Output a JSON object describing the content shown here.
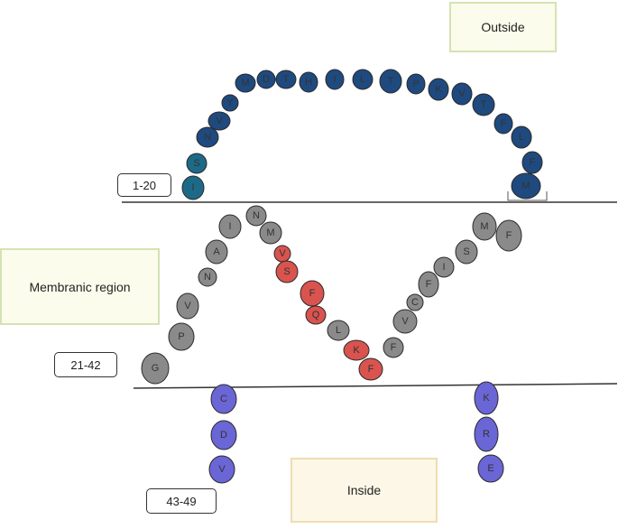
{
  "regions": {
    "outside": "Outside",
    "membrane": "Membranic region",
    "inside": "Inside"
  },
  "ranges": {
    "first": "1-20",
    "second": "21-42",
    "third": "43-49"
  },
  "colors": {
    "outside_residue": "#1f4a7f",
    "outside_residue_teal": "#1d6a88",
    "membrane_residue": "#8a8a8a",
    "highlight_residue": "#d9534f",
    "inside_residue": "#6a66d6",
    "membrane_line": "#333333"
  },
  "residues": {
    "outside": [
      "I",
      "S",
      "N",
      "V",
      "Y",
      "M",
      "D",
      "T",
      "H",
      "I",
      "L",
      "T",
      "P",
      "K",
      "V",
      "T",
      "F",
      "L",
      "F",
      "M"
    ],
    "membrane": [
      "G",
      "P",
      "V",
      "N",
      "A",
      "I",
      "N",
      "M",
      "V",
      "S",
      "F",
      "Q",
      "L",
      "K",
      "F",
      "F",
      "V",
      "C",
      "F",
      "I",
      "S",
      "M",
      "F"
    ],
    "inside_left": [
      "C",
      "D",
      "V"
    ],
    "inside_right": [
      "K",
      "R",
      "E"
    ]
  }
}
